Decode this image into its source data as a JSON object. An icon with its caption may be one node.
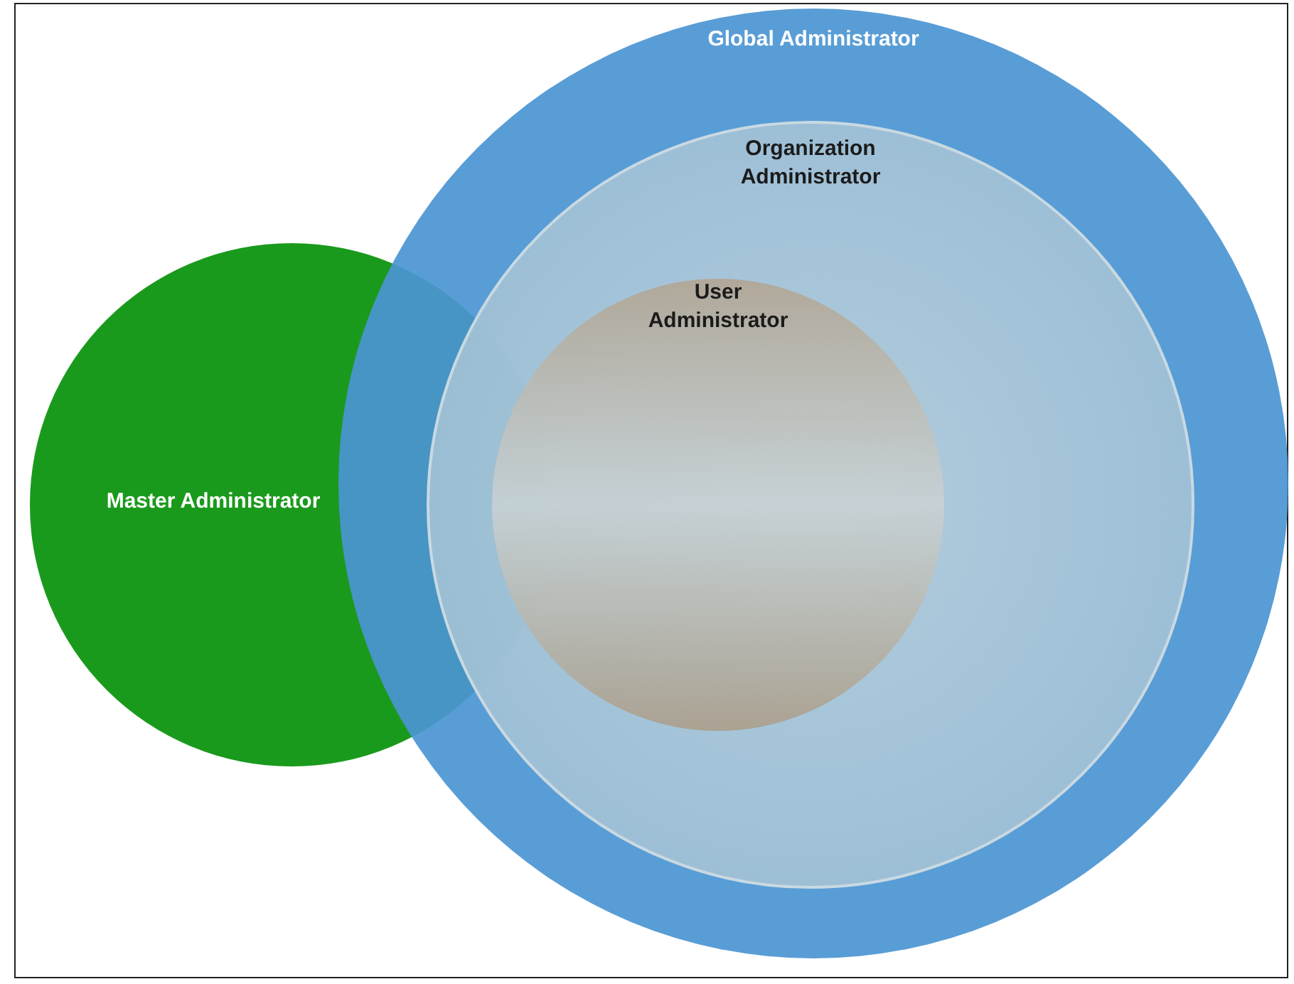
{
  "diagram": {
    "nodes": [
      {
        "text": [
          "Global Administrator"
        ]
      },
      {
        "text": [
          "Organization Administrator"
        ],
        "in": 0
      },
      {
        "text": [
          "User Administrator"
        ],
        "in": 1
      },
      {
        "text": [
          "Master Administrator"
        ]
      }
    ]
  }
}
